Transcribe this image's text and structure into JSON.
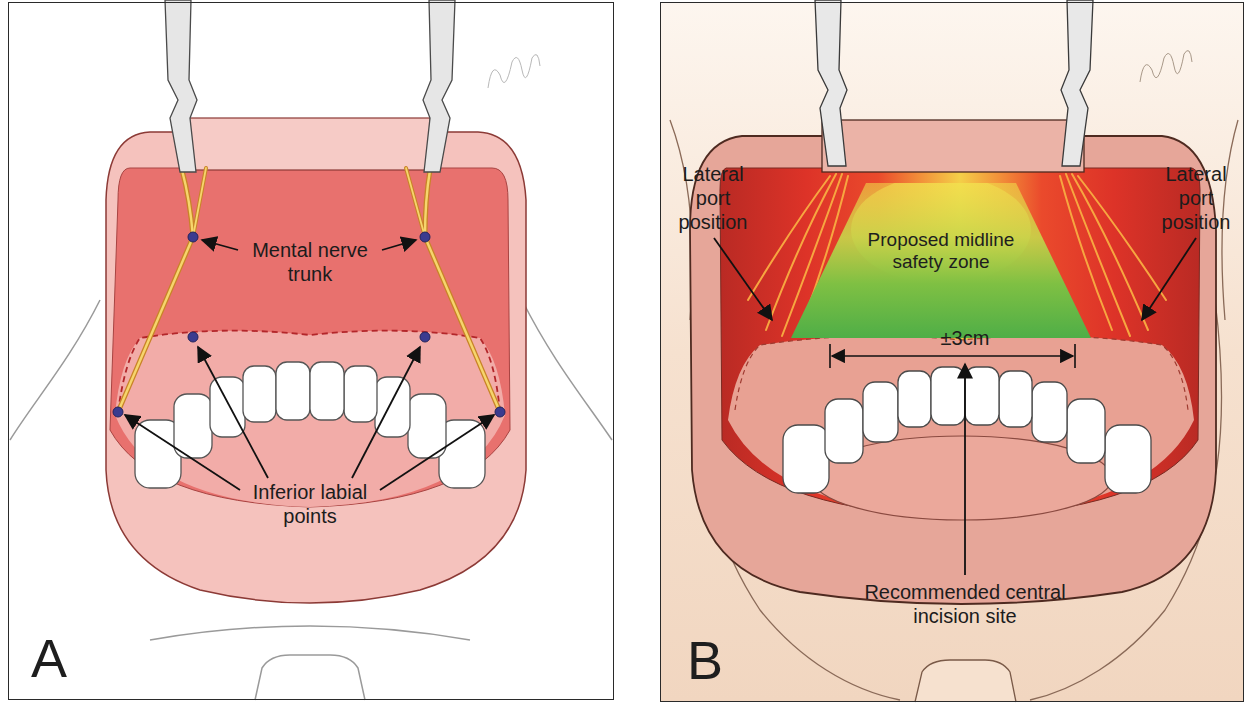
{
  "diagram": {
    "nodes": [
      {
        "text": [
          "A"
        ]
      },
      {
        "text": [
          "B"
        ]
      },
      {
        "text": [
          "Proposed midline safety zone"
        ],
        "in": 1
      }
    ],
    "labels": [
      "Mental nerve trunk",
      "Inferior labial points",
      "Lateral port position",
      "Lateral port position",
      "±3cm",
      "Recommended central incision site"
    ]
  }
}
